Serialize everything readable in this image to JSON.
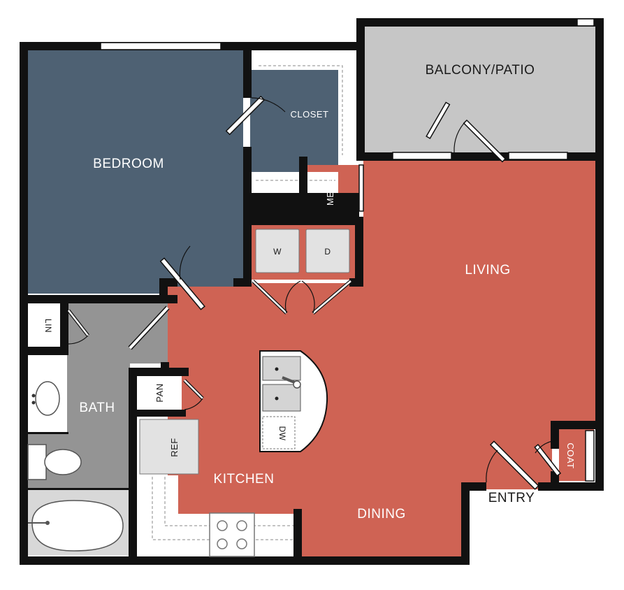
{
  "plan": {
    "rooms": {
      "balcony": "BALCONY/PATIO",
      "closet": "CLOSET",
      "bedroom": "BEDROOM",
      "mech": "MECH",
      "washer": "W",
      "dryer": "D",
      "living": "LIVING",
      "lin": "LIN",
      "bath": "BATH",
      "pan": "PAN",
      "ref": "REF",
      "dw": "DW",
      "kitchen": "KITCHEN",
      "dining": "DINING",
      "coat": "COAT",
      "entry": "ENTRY"
    },
    "colors": {
      "bedroom": "#4e6173",
      "living": "#cf6354",
      "balcony": "#c6c6c6",
      "bath": "#949494",
      "wall": "#111111"
    }
  }
}
